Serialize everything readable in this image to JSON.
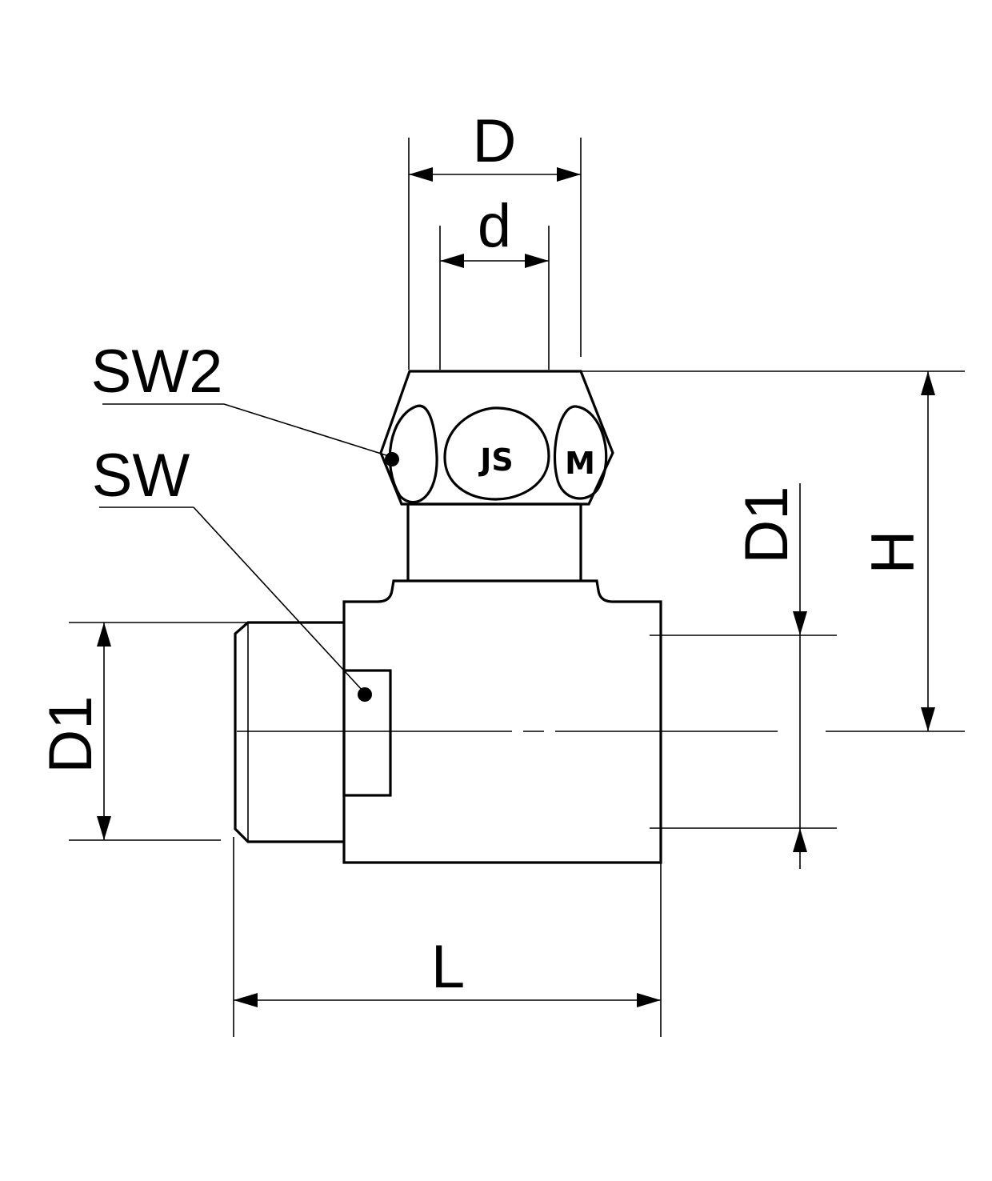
{
  "labels": {
    "D": "D",
    "d": "d",
    "SW2": "SW2",
    "SW": "SW",
    "D1_right": "D1",
    "D1_left": "D1",
    "H": "H",
    "L": "L"
  },
  "nut_marks": {
    "center": "JS",
    "right": "M"
  },
  "colors": {
    "line": "#000000",
    "background": "#ffffff"
  }
}
